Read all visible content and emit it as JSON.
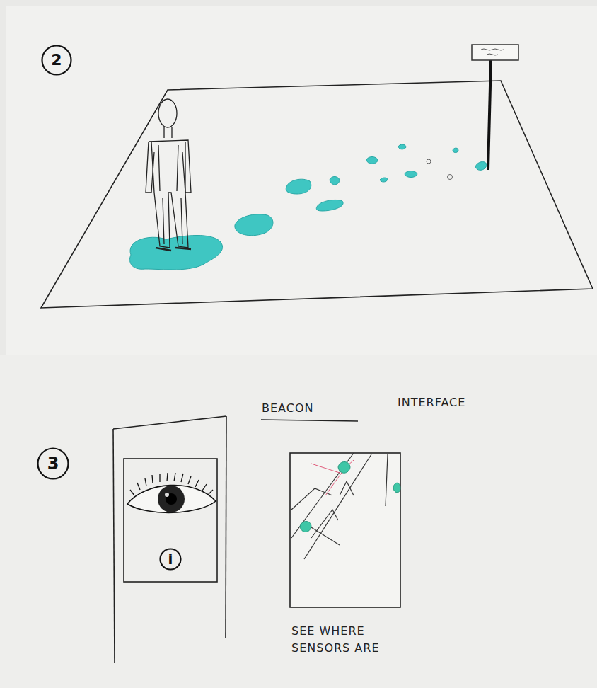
{
  "diagram": {
    "nodes": [
      {
        "text": [
          "2"
        ]
      },
      {
        "text": [
          "3"
        ]
      },
      {
        "text": [
          "i"
        ]
      }
    ],
    "labels": [
      "BEACON",
      "INTERFACE",
      "SEE WHERE SENSORS ARE"
    ]
  }
}
